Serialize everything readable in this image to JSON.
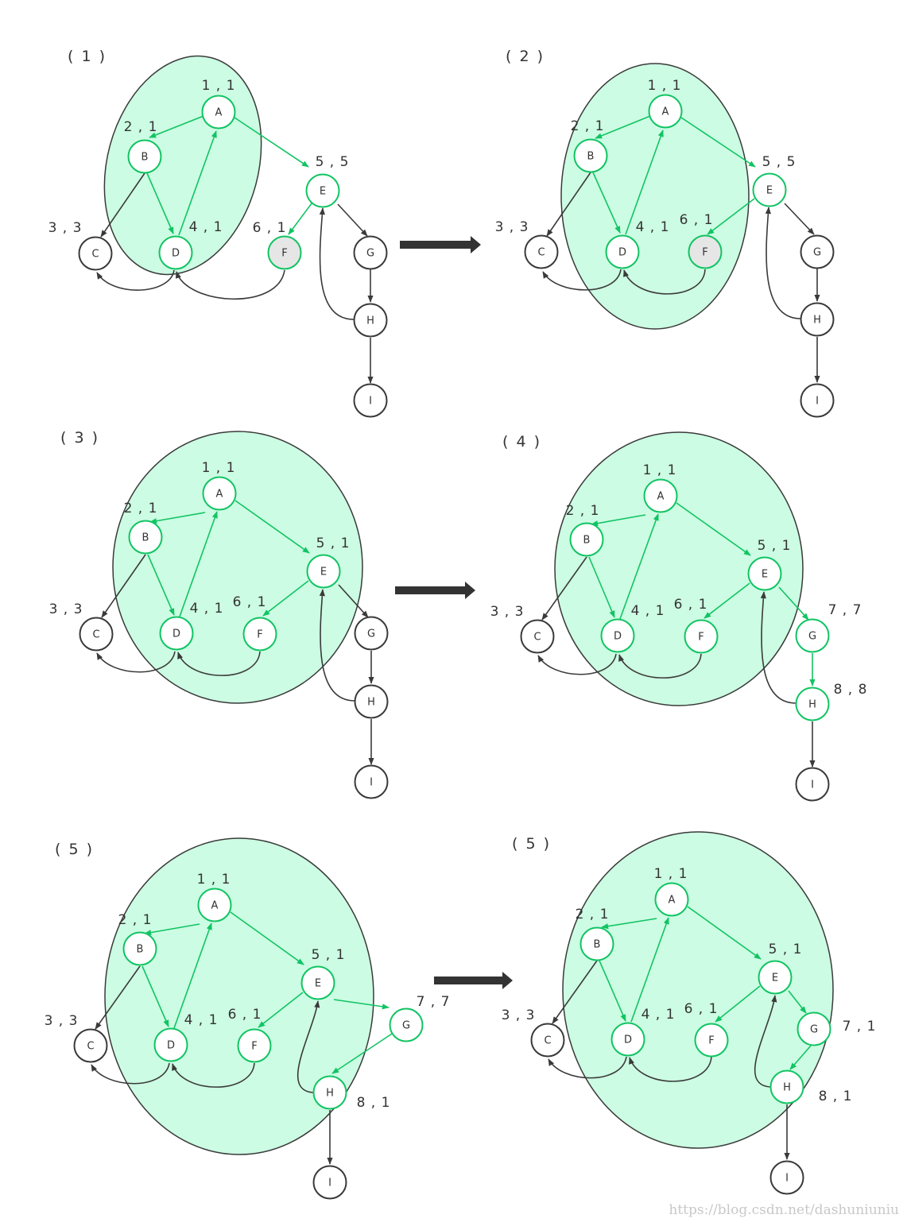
{
  "colors": {
    "green": "#11c463",
    "dark": "#3a3a3a",
    "region_fill": "#ccfce3",
    "visited_fill": "#e6e6e6"
  },
  "panels": [
    {
      "label": "( 1 )",
      "nodes": [
        {
          "id": "A",
          "num": "1 , 1",
          "green": true
        },
        {
          "id": "B",
          "num": "2 , 1",
          "green": true
        },
        {
          "id": "C",
          "num": "3 , 3",
          "green": false
        },
        {
          "id": "D",
          "num": "4 , 1",
          "green": true
        },
        {
          "id": "E",
          "num": "5 , 5",
          "green": true
        },
        {
          "id": "F",
          "num": "6 , 1",
          "green": true,
          "shaded": true
        },
        {
          "id": "G",
          "num": "",
          "green": false
        },
        {
          "id": "H",
          "num": "",
          "green": false
        },
        {
          "id": "I",
          "num": "",
          "green": false
        }
      ]
    },
    {
      "label": "( 2 )",
      "nodes": [
        {
          "id": "A",
          "num": "1 , 1",
          "green": true
        },
        {
          "id": "B",
          "num": "2 , 1",
          "green": true
        },
        {
          "id": "C",
          "num": "3 , 3",
          "green": false
        },
        {
          "id": "D",
          "num": "4 , 1",
          "green": true
        },
        {
          "id": "E",
          "num": "5 , 5",
          "green": true
        },
        {
          "id": "F",
          "num": "6 , 1",
          "green": true,
          "shaded": true
        },
        {
          "id": "G",
          "num": "",
          "green": false
        },
        {
          "id": "H",
          "num": "",
          "green": false
        },
        {
          "id": "I",
          "num": "",
          "green": false
        }
      ]
    },
    {
      "label": "( 3 )",
      "nodes": [
        {
          "id": "A",
          "num": "1 , 1",
          "green": true
        },
        {
          "id": "B",
          "num": "2 , 1",
          "green": true
        },
        {
          "id": "C",
          "num": "3 , 3",
          "green": false
        },
        {
          "id": "D",
          "num": "4 , 1",
          "green": true
        },
        {
          "id": "E",
          "num": "5 , 1",
          "green": true
        },
        {
          "id": "F",
          "num": "6 , 1",
          "green": true
        },
        {
          "id": "G",
          "num": "",
          "green": false
        },
        {
          "id": "H",
          "num": "",
          "green": false
        },
        {
          "id": "I",
          "num": "",
          "green": false
        }
      ]
    },
    {
      "label": "( 4 )",
      "nodes": [
        {
          "id": "A",
          "num": "1 , 1",
          "green": true
        },
        {
          "id": "B",
          "num": "2 , 1",
          "green": true
        },
        {
          "id": "C",
          "num": "3 , 3",
          "green": false
        },
        {
          "id": "D",
          "num": "4 , 1",
          "green": true
        },
        {
          "id": "E",
          "num": "5 , 1",
          "green": true
        },
        {
          "id": "F",
          "num": "6 , 1",
          "green": true
        },
        {
          "id": "G",
          "num": "7 , 7",
          "green": true
        },
        {
          "id": "H",
          "num": "8 , 8",
          "green": true
        },
        {
          "id": "I",
          "num": "",
          "green": false
        }
      ]
    },
    {
      "label": "( 5 )",
      "nodes": [
        {
          "id": "A",
          "num": "1 , 1",
          "green": true
        },
        {
          "id": "B",
          "num": "2 , 1",
          "green": true
        },
        {
          "id": "C",
          "num": "3 , 3",
          "green": false
        },
        {
          "id": "D",
          "num": "4 , 1",
          "green": true
        },
        {
          "id": "E",
          "num": "5 , 1",
          "green": true
        },
        {
          "id": "F",
          "num": "6 , 1",
          "green": true
        },
        {
          "id": "G",
          "num": "7 , 7",
          "green": true
        },
        {
          "id": "H",
          "num": "8 , 1",
          "green": true
        },
        {
          "id": "I",
          "num": "",
          "green": false
        }
      ]
    },
    {
      "label": "( 5 )",
      "nodes": [
        {
          "id": "A",
          "num": "1 , 1",
          "green": true
        },
        {
          "id": "B",
          "num": "2 , 1",
          "green": true
        },
        {
          "id": "C",
          "num": "3 , 3",
          "green": false
        },
        {
          "id": "D",
          "num": "4 , 1",
          "green": true
        },
        {
          "id": "E",
          "num": "5 , 1",
          "green": true
        },
        {
          "id": "F",
          "num": "6 , 1",
          "green": true
        },
        {
          "id": "G",
          "num": "7 , 1",
          "green": true
        },
        {
          "id": "H",
          "num": "8 , 1",
          "green": true
        },
        {
          "id": "I",
          "num": "",
          "green": false
        }
      ]
    }
  ],
  "watermark": "https://blog.csdn.net/dashuniuniu"
}
